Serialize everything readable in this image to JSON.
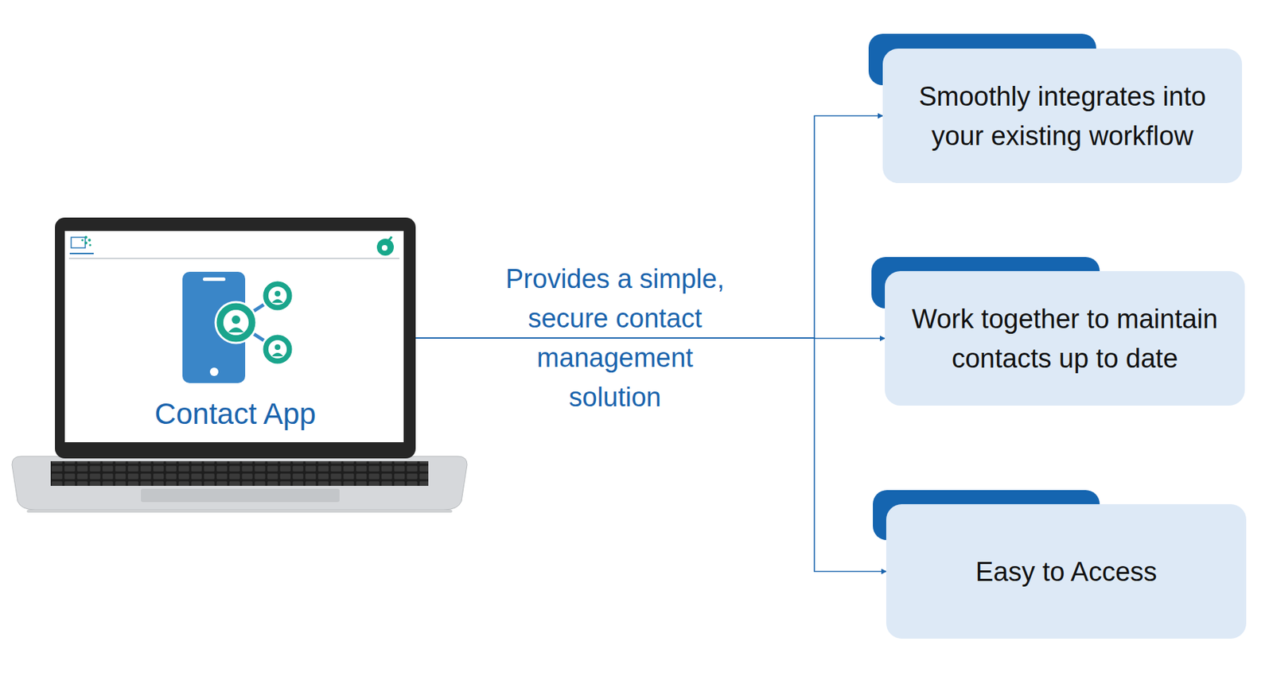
{
  "diagram": {
    "nodes": [
      {
        "text": [
          "Contact App"
        ]
      },
      {
        "text": [
          "Smoothly integrates into your existing workflow"
        ]
      },
      {
        "text": [
          "Work together to maintain contacts up to date"
        ]
      },
      {
        "text": [
          "Easy to Access"
        ]
      }
    ],
    "edges": [
      {
        "from": 0,
        "to": 1,
        "arrow": "to"
      },
      {
        "from": 0,
        "to": 2,
        "arrow": "to",
        "label": "Provides a simple, secure contact management solution"
      },
      {
        "from": 0,
        "to": 3,
        "arrow": "to"
      }
    ]
  }
}
